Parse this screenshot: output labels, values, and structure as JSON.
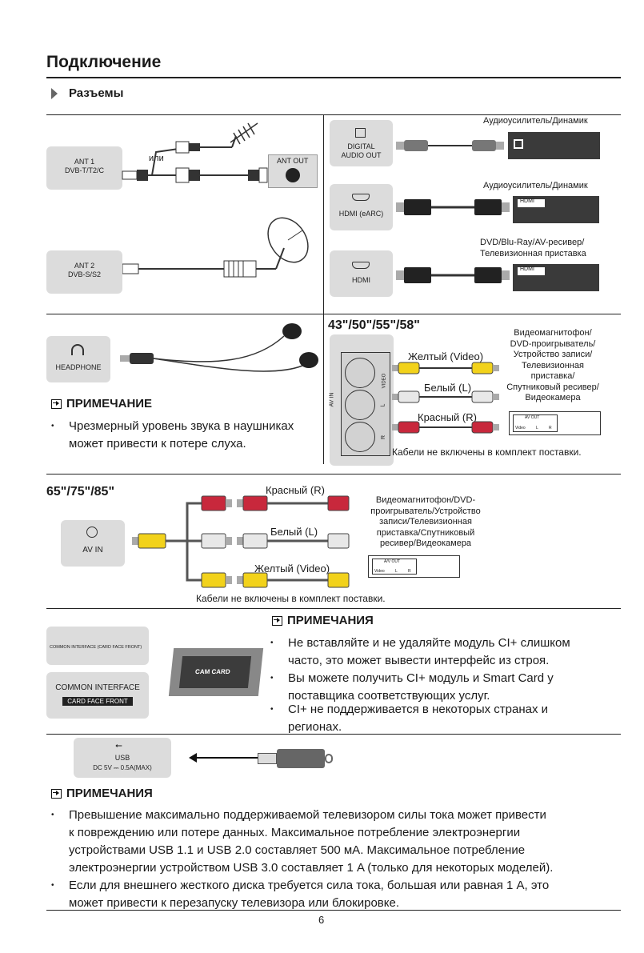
{
  "page": {
    "title": "Подключение",
    "section": "Разъемы",
    "page_number": "6"
  },
  "antenna": {
    "ant1": [
      "ANT 1",
      "DVB-T/T2/C"
    ],
    "or_label": "или",
    "ant_out": "ANT OUT",
    "ant2": [
      "ANT 2",
      "DVB-S/S2"
    ]
  },
  "audio_out": {
    "digital_port": [
      "DIGITAL",
      "AUDIO OUT"
    ],
    "digital_device": "Аудиоусилитель/Динамик",
    "hdmi_earc_port": "HDMI (eARC)",
    "hdmi_earc_device": "Аудиоусилитель/Динамик",
    "hdmi_device_label": "HDMI",
    "hdmi_port": "HDMI",
    "hdmi_device_lines": [
      "DVD/Blu-Ray/AV-ресивер/",
      "Телевизионная приставка"
    ]
  },
  "headphone": {
    "port": "HEADPHONE",
    "note_title": "ПРИМЕЧАНИЕ",
    "note_lines": [
      "Чрезмерный уровень звука в наушниках",
      "может привести к потере слуха."
    ]
  },
  "av_small": {
    "models": "43\"/50\"/55\"/58\"",
    "av_in": "AV IN",
    "video": "VIDEO",
    "l": "L",
    "r": "R",
    "yellow": "Желтый (Video)",
    "white": "Белый (L)",
    "red": "Красный (R)",
    "device_lines": [
      "Видеомагнитофон/",
      "DVD-проигрыватель/",
      "Устройство записи/",
      "Телевизионная",
      "приставка/",
      "Спутниковый ресивер/",
      "Видеокамера"
    ],
    "av_out": "AV OUT",
    "av_out_labels": [
      "Video",
      "L",
      "R"
    ],
    "cables_note": "Кабели не включены в комплект поставки."
  },
  "av_large": {
    "models": "65\"/75\"/85\"",
    "port": "AV IN",
    "red": "Красный (R)",
    "white": "Белый (L)",
    "yellow": "Желтый (Video)",
    "device_lines": [
      "Видеомагнитофон/DVD-",
      "проигрыватель/Устройство",
      "записи/Телевизионная",
      "приставка/Спутниковый",
      "ресивер/Видеокамера"
    ],
    "av_out": "A/V OUT",
    "av_out_labels": [
      "Video",
      "L",
      "R"
    ],
    "cables_note": "Кабели не включены в комплект поставки."
  },
  "ci": {
    "slot_label": "COMMON INTERFACE (CARD FACE FRONT)",
    "ci_label": "COMMON INTERFACE",
    "card_face": "CARD FACE FRONT",
    "cam_card": "CAM CARD",
    "note_title": "ПРИМЕЧАНИЯ",
    "notes": [
      [
        "Не вставляйте и не удаляйте модуль CI+ слишком",
        "часто, это может вывести интерфейс из строя."
      ],
      [
        "Вы можете получить CI+ модуль и Smart Card у",
        "поставщика соответствующих услуг."
      ],
      [
        "CI+ не поддерживается в некоторых странах и",
        "регионах."
      ]
    ]
  },
  "usb": {
    "port": "USB",
    "rating": "DC 5V ⎓ 0.5A(MAX)",
    "note_title": "ПРИМЕЧАНИЯ",
    "notes": [
      [
        "Превышение максимально поддерживаемой телевизором силы тока может привести",
        "к повреждению или потере данных. Максимальное потребление электроэнергии",
        "устройствами USB 1.1 и USB 2.0 составляет 500 мА. Максимальное потребление",
        "электроэнергии устройством USB 3.0 составляет 1 A (только для некоторых моделей)."
      ],
      [
        "Если для внешнего жесткого диска требуется сила тока, большая или равная 1 А, это",
        "может привести к перезапуску телевизора или блокировке."
      ]
    ]
  },
  "colors": {
    "port_bg": "#dcdcdc",
    "yellow": "#f2d21b",
    "red": "#c8283c",
    "white": "#e8e8e8",
    "cable": "#555555"
  }
}
